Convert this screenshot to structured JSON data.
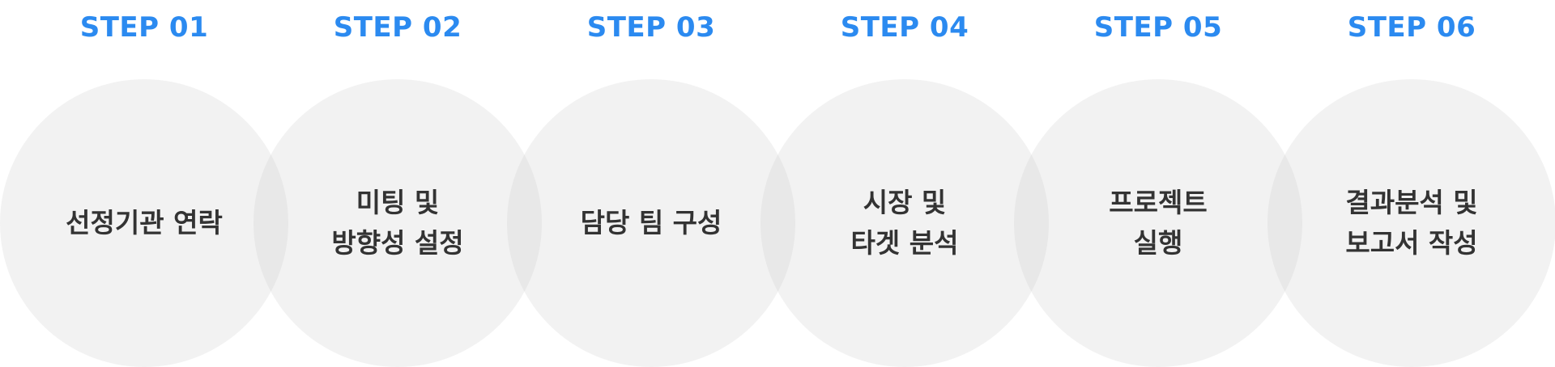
{
  "steps": [
    {
      "label": "STEP 01",
      "lines": [
        "선정기관 연락"
      ]
    },
    {
      "label": "STEP 02",
      "lines": [
        "미팅 및",
        "방향성 설정"
      ]
    },
    {
      "label": "STEP 03",
      "lines": [
        "담당 팀 구성"
      ]
    },
    {
      "label": "STEP 04",
      "lines": [
        "시장 및",
        "타겟 분석"
      ]
    },
    {
      "label": "STEP 05",
      "lines": [
        "프로젝트",
        "실행"
      ]
    },
    {
      "label": "STEP 06",
      "lines": [
        "결과분석 및",
        "보고서 작성"
      ]
    }
  ],
  "colors": {
    "step_label": "#2b8af0",
    "circle_fill": "#c6c6c6",
    "circle_text": "#333333"
  }
}
